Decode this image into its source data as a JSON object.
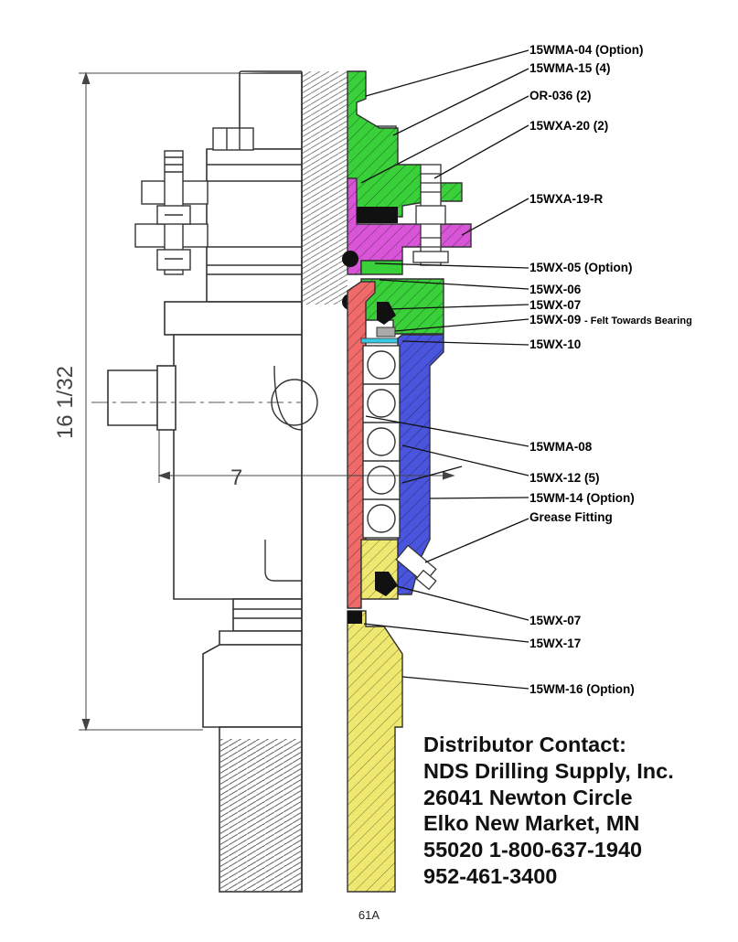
{
  "callouts": [
    {
      "id": "c1",
      "text": "15WMA-04  (Option)"
    },
    {
      "id": "c2",
      "text": "15WMA-15 (4)"
    },
    {
      "id": "c3",
      "text": "OR-036 (2)"
    },
    {
      "id": "c4",
      "text": "15WXA-20 (2)"
    },
    {
      "id": "c5",
      "text": "15WXA-19-R"
    },
    {
      "id": "c6",
      "text": "15WX-05  (Option)"
    },
    {
      "id": "c7",
      "text": "15WX-06"
    },
    {
      "id": "c8",
      "text": "15WX-07"
    },
    {
      "id": "c9",
      "text": "15WX-09"
    },
    {
      "id": "c10",
      "text": "15WX-10"
    },
    {
      "id": "c11",
      "text": "15WMA-08"
    },
    {
      "id": "c12",
      "text": "15WX-12 (5)"
    },
    {
      "id": "c13",
      "text": "15WM-14  (Option)"
    },
    {
      "id": "c14",
      "text": "Grease Fitting"
    },
    {
      "id": "c15",
      "text": "15WX-07"
    },
    {
      "id": "c16",
      "text": "15WX-17"
    },
    {
      "id": "c17",
      "text": "15WM-16  (Option)"
    }
  ],
  "felt_note": "- Felt Towards Bearing",
  "dimensions": {
    "height": "16  1/32",
    "width": "7"
  },
  "contact": [
    "Distributor Contact:",
    "NDS Drilling Supply, Inc.",
    "26041 Newton Circle",
    "Elko New Market, MN",
    "55020 1-800-637-1940",
    "952-461-3400"
  ],
  "page_number": "61A",
  "colors": {
    "green": "#3ad03a",
    "magenta": "#d855d8",
    "red": "#f06a6a",
    "blue": "#4a55dd",
    "yellow": "#efe870",
    "cyan": "#38c8e0",
    "outline": "#333333"
  }
}
